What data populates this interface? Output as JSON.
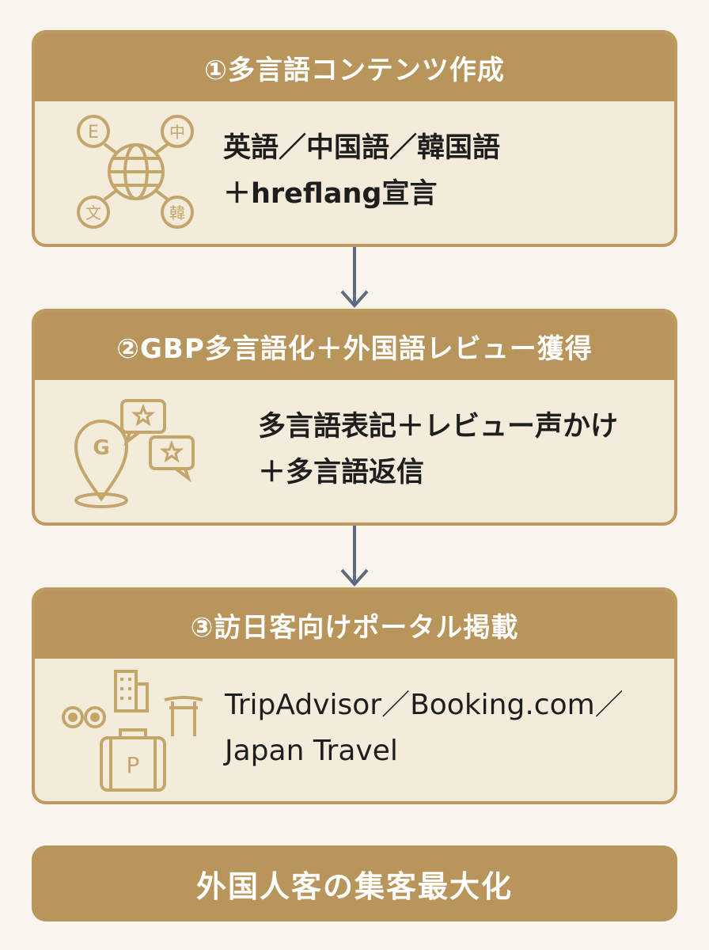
{
  "colors": {
    "accent": "#b8955b",
    "panel": "#f4ecdb",
    "background": "#f9f5ec",
    "arrow": "#5b6b80",
    "text": "#1e1e1e"
  },
  "steps": [
    {
      "title": "①多言語コンテンツ作成",
      "lines": [
        "英語／中国語／韓国語",
        "＋hreflang宣言"
      ],
      "icon": "globe-language-icon",
      "icon_labels": {
        "english": "E",
        "chinese": "中",
        "korean": "韓",
        "japanese": "文"
      }
    },
    {
      "title": "②GBP多言語化＋外国語レビュー獲得",
      "lines": [
        "多言語表記＋レビュー声かけ",
        "＋多言語返信"
      ],
      "icon": "map-pin-review-icon",
      "icon_labels": {
        "pin": "G"
      }
    },
    {
      "title": "③訪日客向けポータル掲載",
      "lines": [
        "TripAdvisor／Booking.com／",
        "Japan Travel"
      ],
      "icon": "travel-portal-icon",
      "icon_labels": {
        "suitcase": "P"
      }
    }
  ],
  "result": {
    "label": "外国人客の集客最大化"
  }
}
